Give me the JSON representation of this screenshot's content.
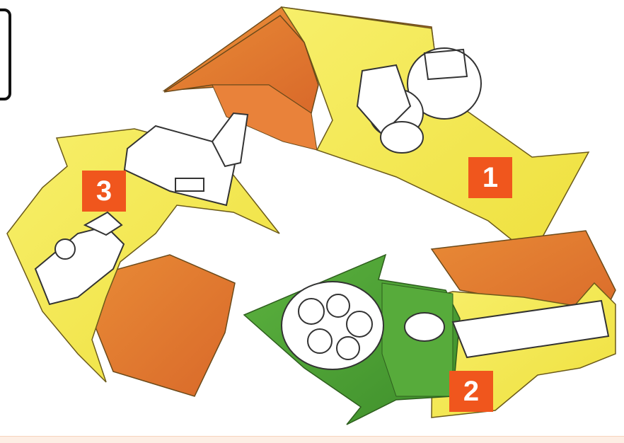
{
  "badges": [
    {
      "label": "1"
    },
    {
      "label": "2"
    },
    {
      "label": "3"
    }
  ],
  "colors": {
    "badge": "#f0561d",
    "arrow_yellow": "#f3ea54",
    "arrow_orange": "#e07a2c",
    "arrow_green": "#4fa336",
    "bottom_strip": "#fdeee4"
  },
  "illustration": {
    "type": "recycling-cycle-arrows",
    "icons": [
      "plant-pot-icon",
      "recycled-goods-icon",
      "factory-machine-icon",
      "truck-icon"
    ]
  }
}
